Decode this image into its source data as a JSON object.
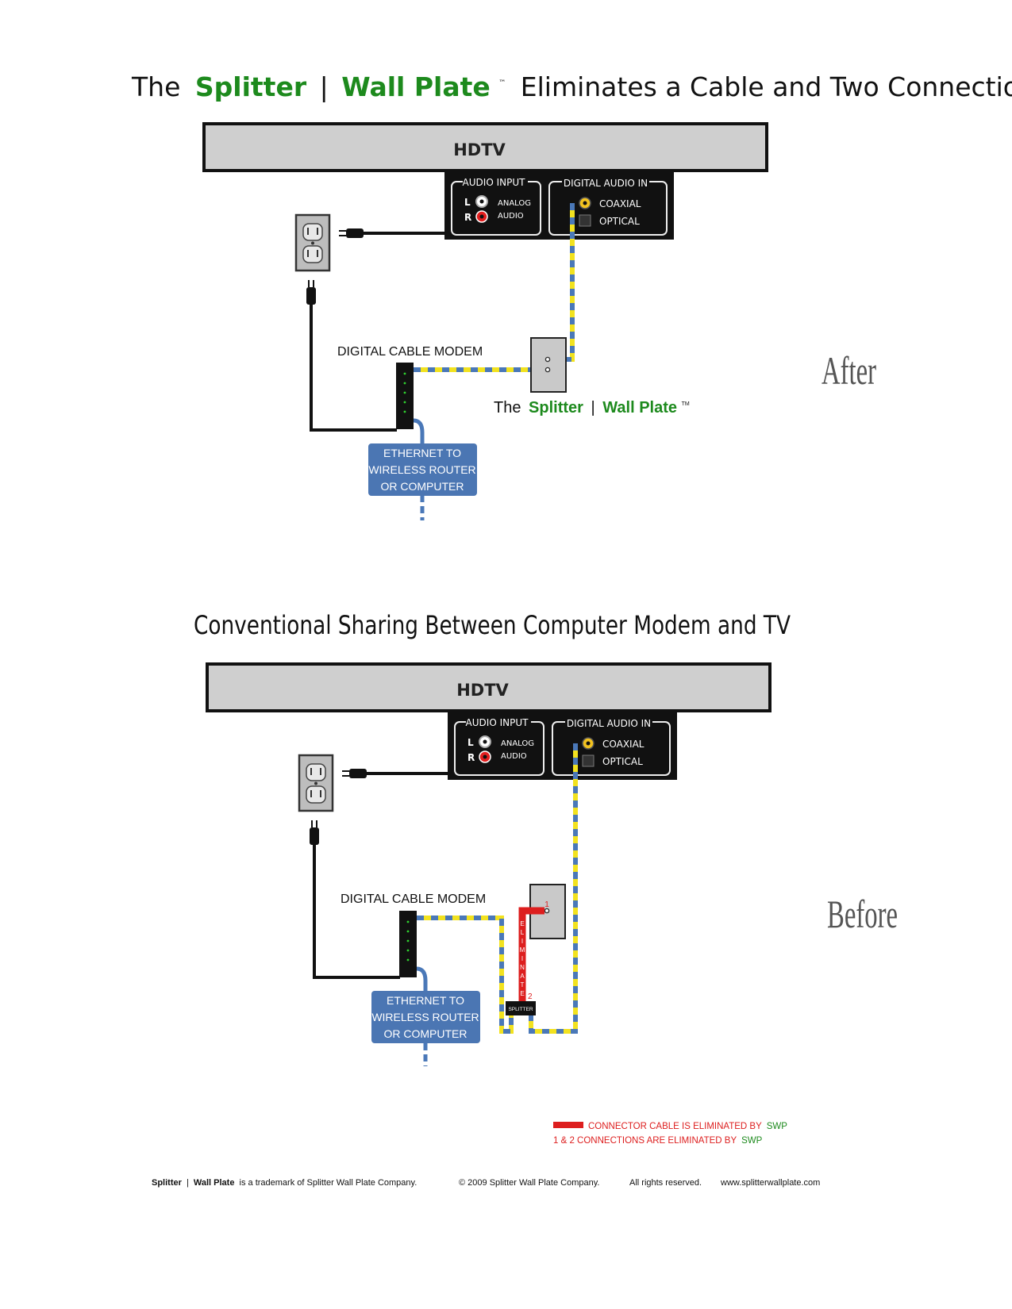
{
  "colors": {
    "green": "#1d8a1d",
    "cable_yellow": "#f2e21f",
    "cable_blue": "#4a78b8",
    "eliminated_red": "#dd1e1e",
    "panel_black": "#111111",
    "tv_gray": "#cfcfcf",
    "ethernet_box": "#4b76b3"
  },
  "after": {
    "title": {
      "the": "The",
      "splitter": "Splitter",
      "sep": "|",
      "wallplate": "Wall Plate",
      "tm": "™",
      "rest": "Eliminates a Cable and Two Connections"
    },
    "hdtv": "HDTV",
    "audio_input": "AUDIO INPUT",
    "digital_audio_in": "DIGITAL AUDIO IN",
    "l": "L",
    "r": "R",
    "analog": "ANALOG",
    "audio": "AUDIO",
    "coaxial": "COAXIAL",
    "optical": "OPTICAL",
    "modem_label": "DIGITAL CABLE MODEM",
    "ethernet": [
      "ETHERNET TO",
      "WIRELESS ROUTER",
      "OR COMPUTER"
    ],
    "plate_caption": {
      "the": "The",
      "splitter": "Splitter",
      "sep": "|",
      "wallplate": "Wall Plate",
      "tm": "TM"
    },
    "side_label": "After"
  },
  "before": {
    "title": "Conventional  Sharing Between Computer Modem and TV",
    "hdtv": "HDTV",
    "audio_input": "AUDIO INPUT",
    "digital_audio_in": "DIGITAL AUDIO IN",
    "l": "L",
    "r": "R",
    "analog": "ANALOG",
    "audio": "AUDIO",
    "coaxial": "COAXIAL",
    "optical": "OPTICAL",
    "modem_label": "DIGITAL CABLE MODEM",
    "ethernet": [
      "ETHERNET TO",
      "WIRELESS ROUTER",
      "OR COMPUTER"
    ],
    "eliminate_letters": [
      "E",
      "L",
      "I",
      "M",
      "I",
      "N",
      "A",
      "T",
      "E"
    ],
    "conn1": "1",
    "conn2": "2",
    "splitter_label": "SPLITTER",
    "side_label": "Before"
  },
  "legend": {
    "line1_text": "CONNECTOR CABLE IS ELIMINATED BY",
    "line1_swp": "SWP",
    "line2_text": "1 & 2 CONNECTIONS ARE ELIMINATED BY",
    "line2_swp": "SWP"
  },
  "footer": {
    "brand_splitter": "Splitter",
    "brand_sep": "|",
    "brand_wallplate": "Wall Plate",
    "trademark": "is a trademark of Splitter Wall Plate Company.",
    "copyright": "© 2009 Splitter Wall Plate Company.",
    "rights": "All rights reserved.",
    "url": "www.splitterwallplate.com"
  }
}
